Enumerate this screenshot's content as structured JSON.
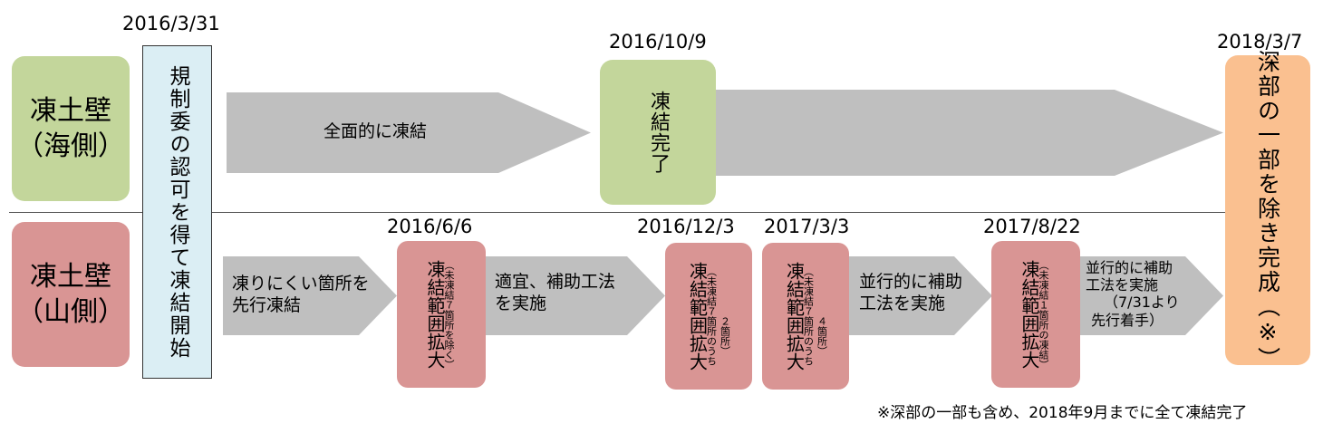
{
  "dates": {
    "d20160331": "2016/3/31",
    "d20161009": "2016/10/9",
    "d20180307": "2018/3/7",
    "d20160606": "2016/6/6",
    "d20161203": "2016/12/3",
    "d20170303": "2017/3/3",
    "d20170822": "2017/8/22"
  },
  "lanes": {
    "sea": {
      "line1": "凍土壁",
      "line2": "（海側）"
    },
    "mountain": {
      "line1": "凍土壁",
      "line2": "（山側）"
    }
  },
  "approval": {
    "text": "規制委の認可を得て凍結開始"
  },
  "sea_arrow": {
    "label": "全面的に凍結"
  },
  "freeze_complete": {
    "text": "凍結完了"
  },
  "final": {
    "text": "深部の一部を除き完成（※）"
  },
  "mountain_arrows": {
    "a1": {
      "line1": "凍りにくい箇所を",
      "line2": "先行凍結"
    },
    "a2": {
      "line1": "適宜、補助工法",
      "line2": "を実施"
    },
    "a3": {
      "line1": "並行的に補助",
      "line2": "工法を実施"
    },
    "a4": {
      "line1": "並行的に補助",
      "line2": "工法を実施",
      "line3": "（7/31より",
      "line4": "先行着手）"
    }
  },
  "stages": {
    "s1": {
      "main": "凍結範囲拡大",
      "sub": "（未凍結７箇所を除く）"
    },
    "s2": {
      "main": "凍結範囲拡大",
      "sub1": "（未凍結７箇所のうち",
      "sub2": "２箇所）"
    },
    "s3": {
      "main": "凍結範囲拡大",
      "sub1": "（未凍結７箇所のうち",
      "sub2": "４箇所）"
    },
    "s4": {
      "main": "凍結範囲拡大",
      "sub": "（未凍結１箇所の凍結）"
    }
  },
  "footnote": "※深部の一部も含め、2018年9月までに全て凍結完了",
  "colors": {
    "sea_lane": "#c3d69b",
    "mountain_lane": "#d99594",
    "approval": "#dbeef4",
    "final": "#fac090",
    "arrow": "#bfbfbf"
  }
}
